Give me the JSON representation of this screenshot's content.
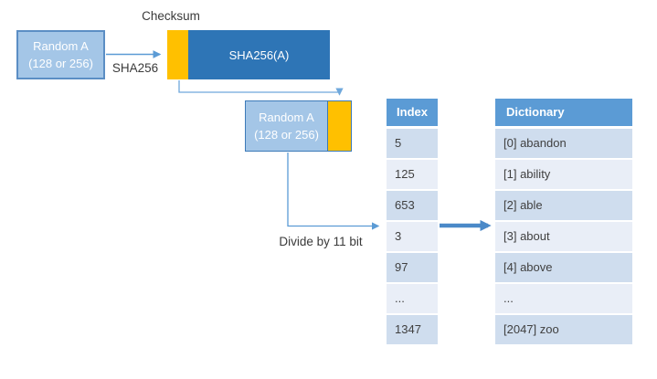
{
  "labels": {
    "checksum": "Checksum",
    "sha256": "SHA256",
    "divide": "Divide by 11 bit"
  },
  "boxes": {
    "random_a1": {
      "line1": "Random A",
      "line2": "(128 or 256)"
    },
    "sha256_result": "SHA256(A)",
    "random_a2": {
      "line1": "Random A",
      "line2": "(128 or 256)"
    }
  },
  "index_table": {
    "header": "Index",
    "rows": [
      "5",
      "125",
      "653",
      "3",
      "97",
      "...",
      "1347"
    ]
  },
  "dictionary_table": {
    "header": "Dictionary",
    "rows": [
      "[0] abandon",
      "[1] ability",
      "[2] able",
      "[3] about",
      "[4] above",
      "...",
      "[2047] zoo"
    ]
  },
  "colors": {
    "light_blue_fill": "#a4c6e7",
    "light_blue_border": "#5b8ec4",
    "dark_blue_fill": "#2e75b6",
    "gold_fill": "#ffc000",
    "table_header_blue": "#5b9bd5",
    "row_band_dark": "#cfddee",
    "row_band_light": "#e9eef7",
    "connector_blue": "#5b9bd5",
    "connector_light_blue": "#6fa8dc",
    "thick_arrow_blue": "#4a89c8",
    "label_text": "#3a3a3a",
    "cell_text": "#404040"
  }
}
